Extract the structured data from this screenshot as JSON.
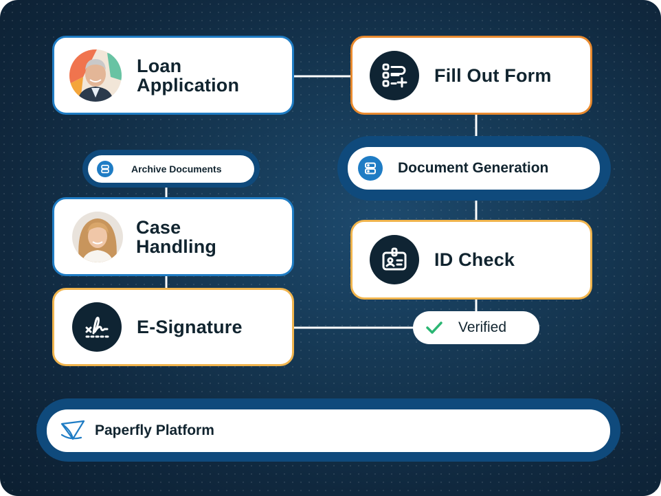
{
  "nodes": {
    "loan_application": {
      "title": "Loan\nApplication"
    },
    "fill_out_form": {
      "title": "Fill Out Form"
    },
    "document_generation": {
      "title": "Document Generation"
    },
    "archive_documents": {
      "title": "Archive Documents"
    },
    "case_handling": {
      "title": "Case\nHandling"
    },
    "id_check": {
      "title": "ID Check"
    },
    "e_signature": {
      "title": "E-Signature"
    },
    "verified": {
      "title": "Verified"
    },
    "platform": {
      "title": "Paperfly Platform"
    }
  },
  "colors": {
    "background": "#12304a",
    "card_blue_border": "#1f7cc4",
    "card_orange_border": "#e98a2e",
    "card_amber_border": "#f0b44d",
    "ring": "#0f4a7c",
    "icon_dark": "#0f2433",
    "icon_blue": "#1f7cc4",
    "check_green": "#2bb673",
    "connector": "#ffffff"
  },
  "icons": {
    "fill_out_form": "form-list-plus-icon",
    "document_generation": "server-icon",
    "archive_documents": "server-icon",
    "id_check": "id-badge-icon",
    "e_signature": "signature-icon",
    "verified": "checkmark-icon",
    "platform": "paper-plane-logo-icon"
  }
}
